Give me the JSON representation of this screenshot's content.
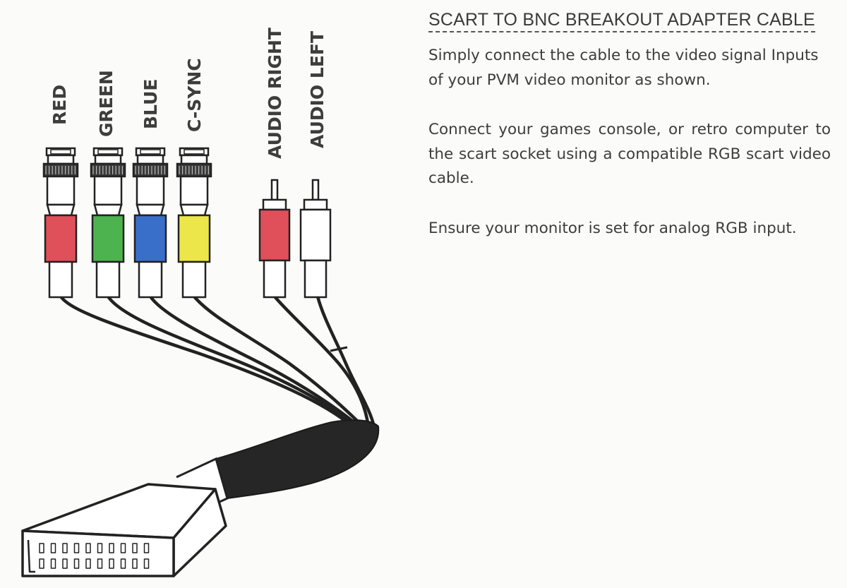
{
  "labels": {
    "red": "RED",
    "green": "GREEN",
    "blue": "BLUE",
    "csync": "C-SYNC",
    "audio_right": "AUDIO RIGHT",
    "audio_left": "AUDIO LEFT"
  },
  "panel": {
    "title": "SCART TO BNC BREAKOUT ADAPTER CABLE",
    "para1": "Simply connect the cable to the video signal Inputs of your PVM video monitor as shown.",
    "para2": "Connect your games console, or retro computer to the scart socket using a compatible RGB scart video cable.",
    "para3": "Ensure your monitor is set for analog RGB input."
  },
  "colors": {
    "red": "#e0505a",
    "green": "#4cb34f",
    "blue": "#3a6fc9",
    "yellow": "#ede64a",
    "white": "#ffffff",
    "sleeve": "#262626",
    "outline": "#222222"
  },
  "icons": {
    "bnc_connector": "bnc-connector-icon",
    "rca_connector": "rca-connector-icon",
    "scart_plug": "scart-plug-icon"
  }
}
